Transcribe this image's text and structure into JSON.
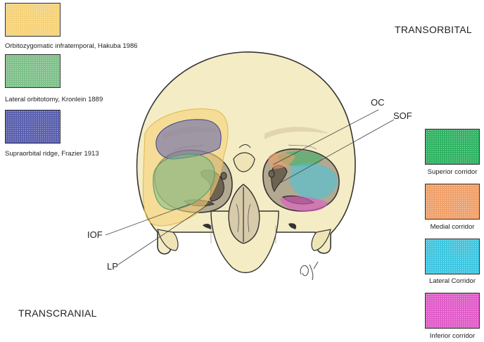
{
  "headings": {
    "transorbital": "TRANSORBITAL",
    "transcranial": "TRANSCRANIAL"
  },
  "left_legend": [
    {
      "label": "Orbitozygomatic infratemporal, Hakuba 1986",
      "color": "#f5d27a"
    },
    {
      "label": "Lateral orbitotomy, Kronlein 1889",
      "color": "#7fc08a"
    },
    {
      "label": "Supraorbital ridge, Frazier 1913",
      "color": "#5a5fae"
    }
  ],
  "right_legend": [
    {
      "label": "Superior corridor",
      "color": "#2fb363"
    },
    {
      "label": "Medial corridor",
      "color": "#f0a06a"
    },
    {
      "label": "Lateral Corridor",
      "color": "#3fc6e0"
    },
    {
      "label": "Inferior corridor",
      "color": "#e05cc8"
    }
  ],
  "anatomy_labels": {
    "oc": "OC",
    "sof": "SOF",
    "iof": "IOF",
    "lp": "LP"
  },
  "colors": {
    "skull": "#f4ecc4",
    "outline": "#333333"
  }
}
